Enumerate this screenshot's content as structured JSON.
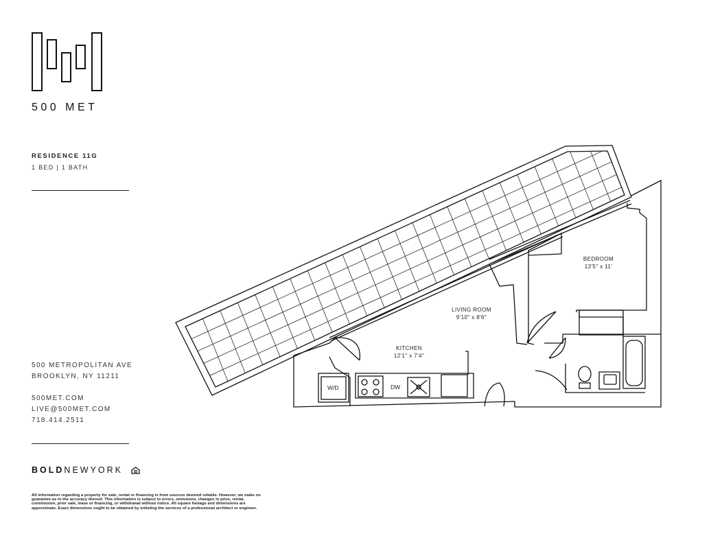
{
  "brand": {
    "name": "500 MET"
  },
  "residence": {
    "title": "RESIDENCE 11G",
    "subtitle": "1 BED | 1 BATH"
  },
  "rooms": {
    "bedroom": {
      "name": "BEDROOM",
      "dims": "13'5\" x 11'"
    },
    "living": {
      "name": "LIVING ROOM",
      "dims": "9'10\" x 8'6\""
    },
    "kitchen": {
      "name": "KITCHEN",
      "dims": "12'1\" x 7'4\""
    },
    "washer_dryer": "W/D",
    "dishwasher": "DW"
  },
  "contact": {
    "address_line1": "500 METROPOLITAN AVE",
    "address_line2": "BROOKLYN, NY 11211",
    "website": "500MET.COM",
    "email": "LIVE@500MET.COM",
    "phone": "718.414.2511"
  },
  "broker": {
    "bold": "BOLD",
    "rest": "NEWYORK",
    "icon": "equal-housing-icon"
  },
  "disclaimer": "All information regarding a property for sale, rental or financing is from sources deemed reliable. However, we make no guarantee as to the accuracy thereof. This information is subject to errors, omissions, changes in price, rental, commission, prior sale, lease or financing, or withdrawal without notice. All square footage and dimensions are approximate. Exact dimensions ought to be obtained by enlisting the services of a professional architect or engineer."
}
